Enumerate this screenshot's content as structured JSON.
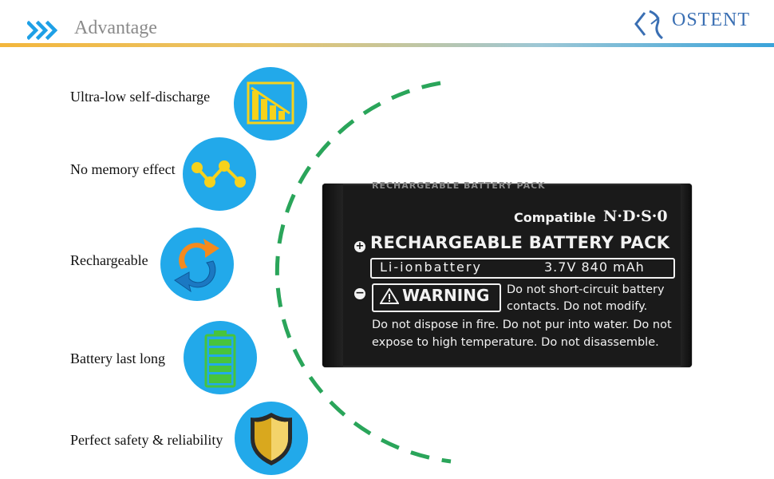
{
  "header": {
    "title": "Advantage",
    "brand": "OSTENT",
    "chevron_icon": "double-chevron-right-icon",
    "accent": "#1ea0e6"
  },
  "features": [
    {
      "label": "Ultra-low self-discharge",
      "icon": "declining-bar-chart-icon"
    },
    {
      "label": "No memory effect",
      "icon": "zigzag-line-icon"
    },
    {
      "label": "Rechargeable",
      "icon": "circular-arrows-icon"
    },
    {
      "label": "Battery last long",
      "icon": "battery-level-icon"
    },
    {
      "label": "Perfect safety & reliability",
      "icon": "shield-icon"
    }
  ],
  "battery": {
    "top_text": "RECHARGEABLE BATTERY PACK",
    "compatible": "Compatible",
    "brand": "N·D·S·0",
    "title": "RECHARGEABLE BATTERY PACK",
    "chemistry": "Li-ionbattery",
    "voltage_capacity": "3.7V 840 mAh",
    "warning": "WARNING",
    "warning_line1": "Do not short-circuit battery",
    "warning_line2": "contacts. Do not  modify.",
    "warning_line3": "Do not dispose in fire. Do not pur into water. Do not",
    "warning_line4": "expose to high temperature. Do not disassemble."
  },
  "colors": {
    "circle": "#22a9ea",
    "dash_arc": "#2aa55a",
    "icon_yellow": "#f6d21c",
    "icon_green": "#48c43c"
  }
}
